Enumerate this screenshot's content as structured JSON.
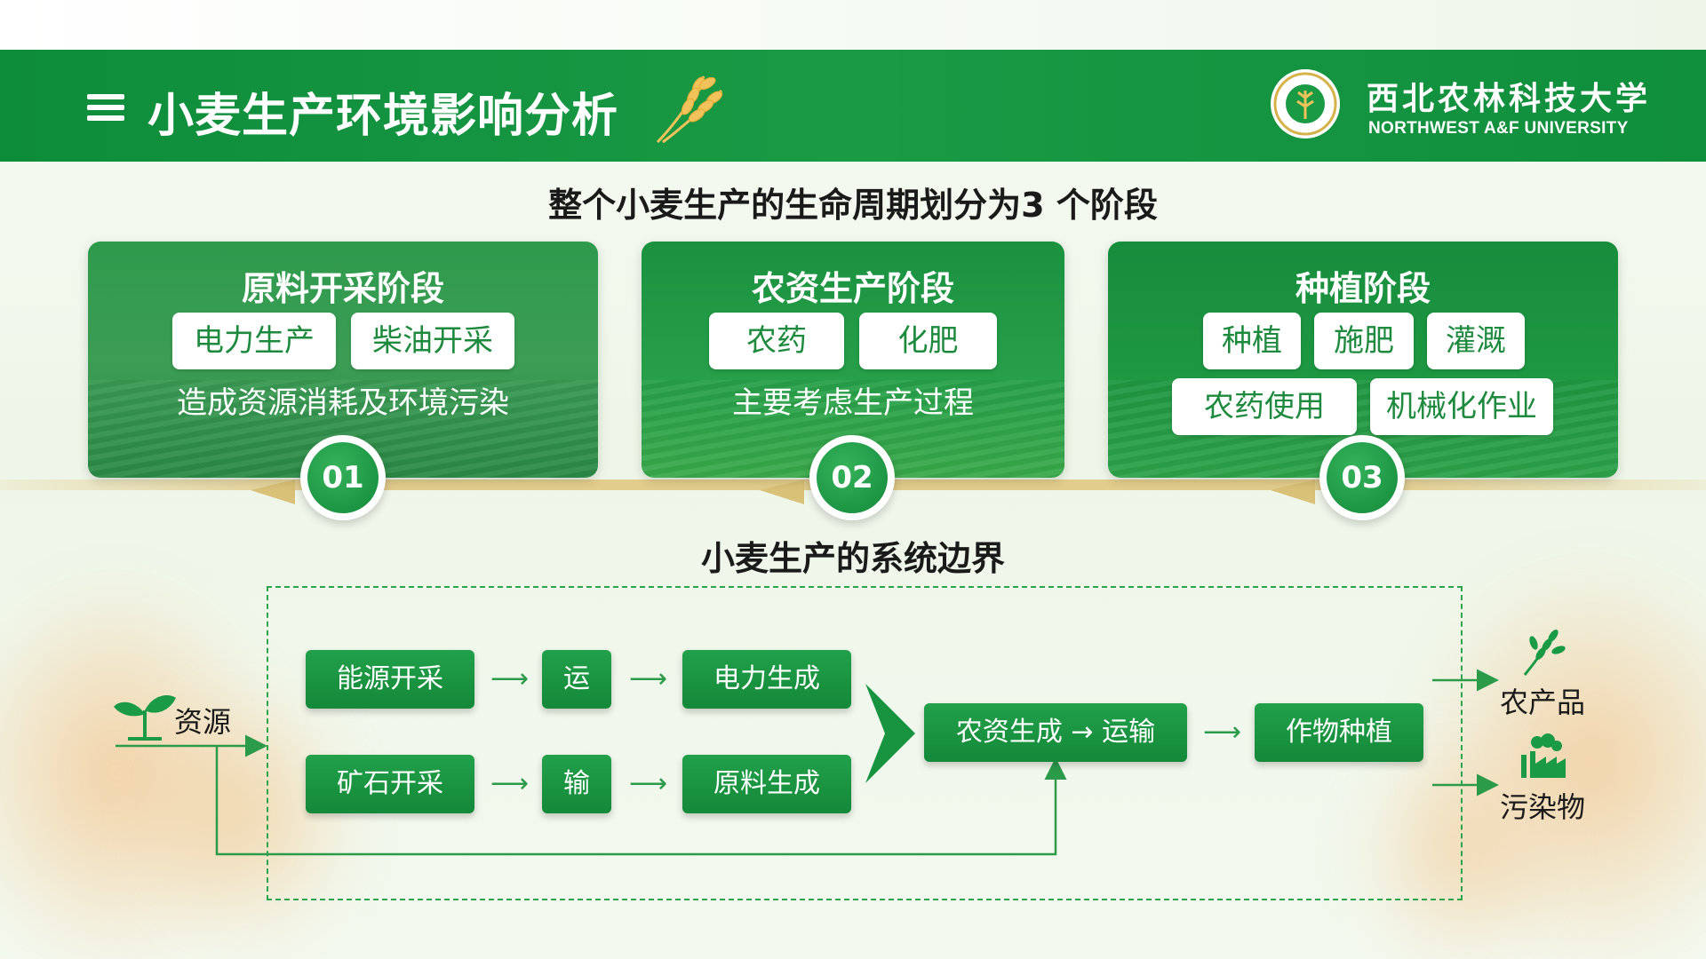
{
  "header": {
    "title": "小麦生产环境影响分析",
    "university_cn": "西北农林科技大学",
    "university_en": "NORTHWEST A&F UNIVERSITY",
    "icons": [
      "menu-icon",
      "wheat-icon",
      "university-logo"
    ]
  },
  "lifecycle": {
    "heading": "整个小麦生产的生命周期划分为3 个阶段",
    "stages": [
      {
        "number": "01",
        "title": "原料开采阶段",
        "chips": [
          "电力生产",
          "柴油开采"
        ],
        "desc": "造成资源消耗及环境污染"
      },
      {
        "number": "02",
        "title": "农资生产阶段",
        "chips": [
          "农药",
          "化肥"
        ],
        "desc": "主要考虑生产过程"
      },
      {
        "number": "03",
        "title": "种植阶段",
        "chips": [
          "种植",
          "施肥",
          "灌溉",
          "农药使用",
          "机械化作业"
        ],
        "desc": ""
      }
    ]
  },
  "boundary": {
    "heading": "小麦生产的系统边界",
    "input_label": "资源",
    "row1": [
      "能源开采",
      "运",
      "电力生成"
    ],
    "row2": [
      "矿石开采",
      "输",
      "原料生成"
    ],
    "merge_node": "农资生成 → 运输",
    "final_node": "作物种植",
    "outputs": [
      "农产品",
      "污染物"
    ],
    "colors": {
      "green": "#1a9a45",
      "dash": "#2ea54d",
      "ribbon": "#e3cd8c"
    }
  }
}
